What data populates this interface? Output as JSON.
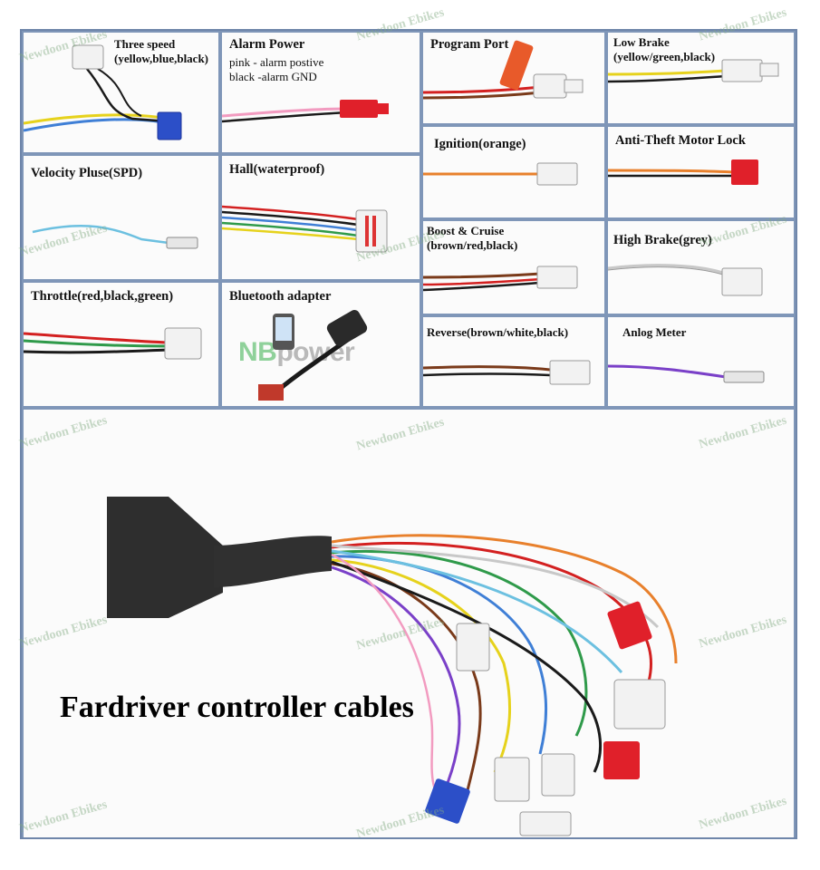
{
  "watermark": "Newdoon Ebikes",
  "panels": {
    "three_speed": {
      "title": "Three speed",
      "subtitle": "(yellow,blue,black)"
    },
    "alarm_power": {
      "title": "Alarm Power",
      "line1": "pink - alarm postive",
      "line2": "black -alarm GND"
    },
    "program_port": {
      "title": "Program Port"
    },
    "low_brake": {
      "title": "Low Brake",
      "subtitle": "(yellow/green,black)"
    },
    "ignition": {
      "title": "Ignition(orange)"
    },
    "anti_theft": {
      "title": "Anti-Theft Motor Lock"
    },
    "velocity": {
      "title": "Velocity Pluse(SPD)"
    },
    "hall": {
      "title": "Hall(waterproof)"
    },
    "boost_cruise": {
      "title": "Boost & Cruise",
      "subtitle": "(brown/red,black)"
    },
    "high_brake": {
      "title": "High Brake(grey)"
    },
    "throttle": {
      "title": "Throttle(red,black,green)"
    },
    "bluetooth": {
      "title": "Bluetooth adapter",
      "logo_nb": "NB",
      "logo_power": "power"
    },
    "reverse": {
      "title": "Reverse(brown/white,black)"
    },
    "analog_meter": {
      "title": "Anlog Meter"
    }
  },
  "main": {
    "title": "Fardriver controller cables"
  },
  "colors": {
    "frame": "#7f96b8",
    "connector_white": "#f2f2f2",
    "connector_red": "#e0202a",
    "connector_blue": "#2c4fc8",
    "wire_yellow": "#e6d21c",
    "wire_blue": "#3f7fd6",
    "wire_black": "#1a1a1a",
    "wire_pink": "#f29bc0",
    "wire_orange": "#e8802c",
    "wire_green": "#2f9a4a",
    "wire_red": "#d32020",
    "wire_brown": "#7a3a1a",
    "wire_grey": "#c8c8c8",
    "wire_purple": "#7a40c8",
    "wire_lightblue": "#6cc0e0"
  }
}
